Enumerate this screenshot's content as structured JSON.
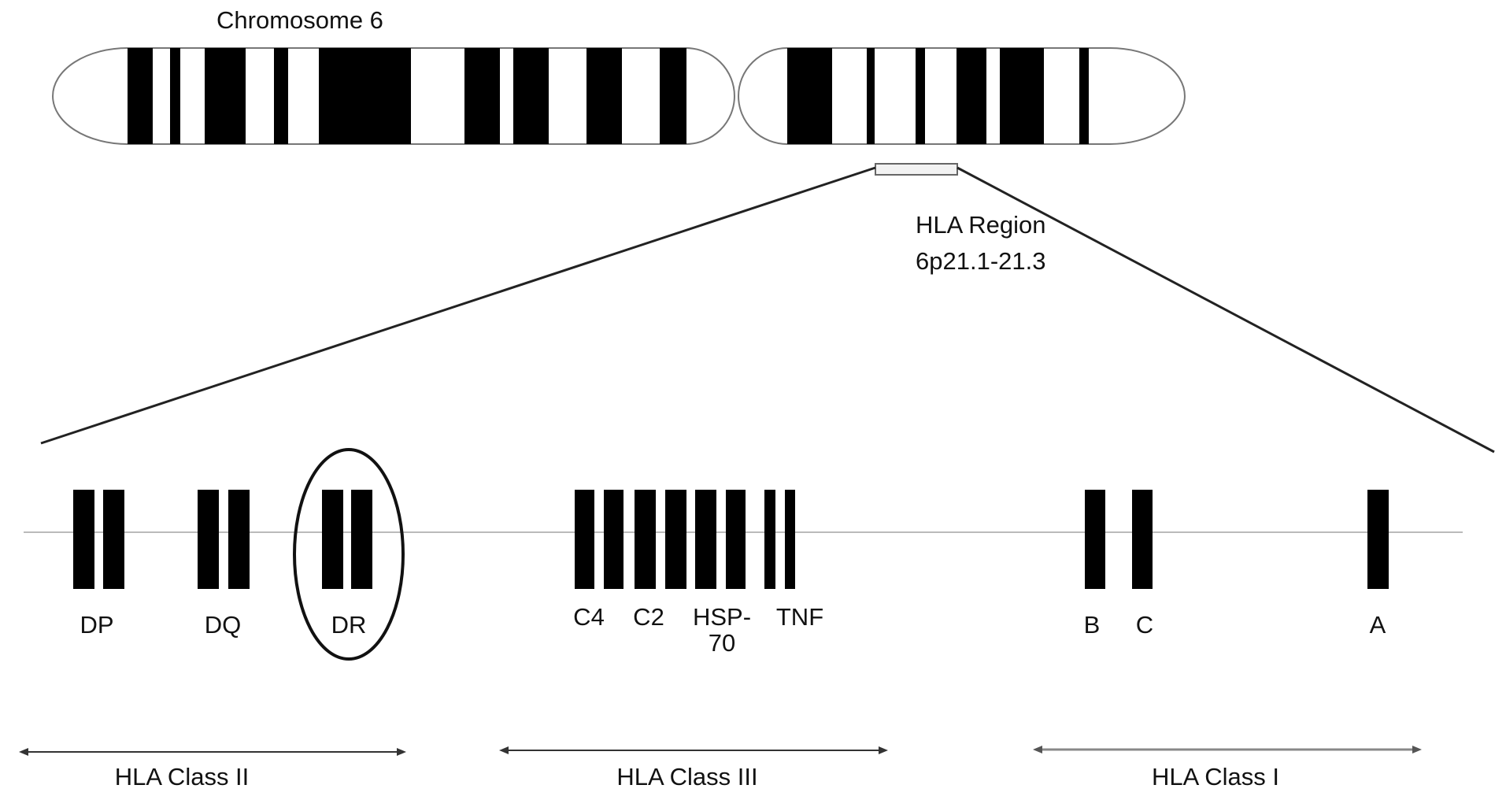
{
  "title": "Chromosome 6",
  "region": {
    "name": "HLA Region",
    "location": "6p21.1-21.3"
  },
  "genes": [
    {
      "id": "dp",
      "label": "DP"
    },
    {
      "id": "dq",
      "label": "DQ"
    },
    {
      "id": "dr",
      "label": "DR",
      "highlighted": true
    },
    {
      "id": "c4",
      "label": "C4"
    },
    {
      "id": "c2",
      "label": "C2"
    },
    {
      "id": "hsp70",
      "label": "HSP-\n70"
    },
    {
      "id": "tnf",
      "label": "TNF"
    },
    {
      "id": "b",
      "label": "B"
    },
    {
      "id": "c",
      "label": "C"
    },
    {
      "id": "a",
      "label": "A"
    }
  ],
  "classes": [
    {
      "id": "class-ii",
      "label": "HLA Class II"
    },
    {
      "id": "class-iii",
      "label": "HLA Class III"
    },
    {
      "id": "class-i",
      "label": "HLA Class I"
    }
  ],
  "colors": {
    "band": "#000000",
    "outline": "#777777",
    "line": "#222222",
    "thin_line": "#bbbbbb"
  }
}
